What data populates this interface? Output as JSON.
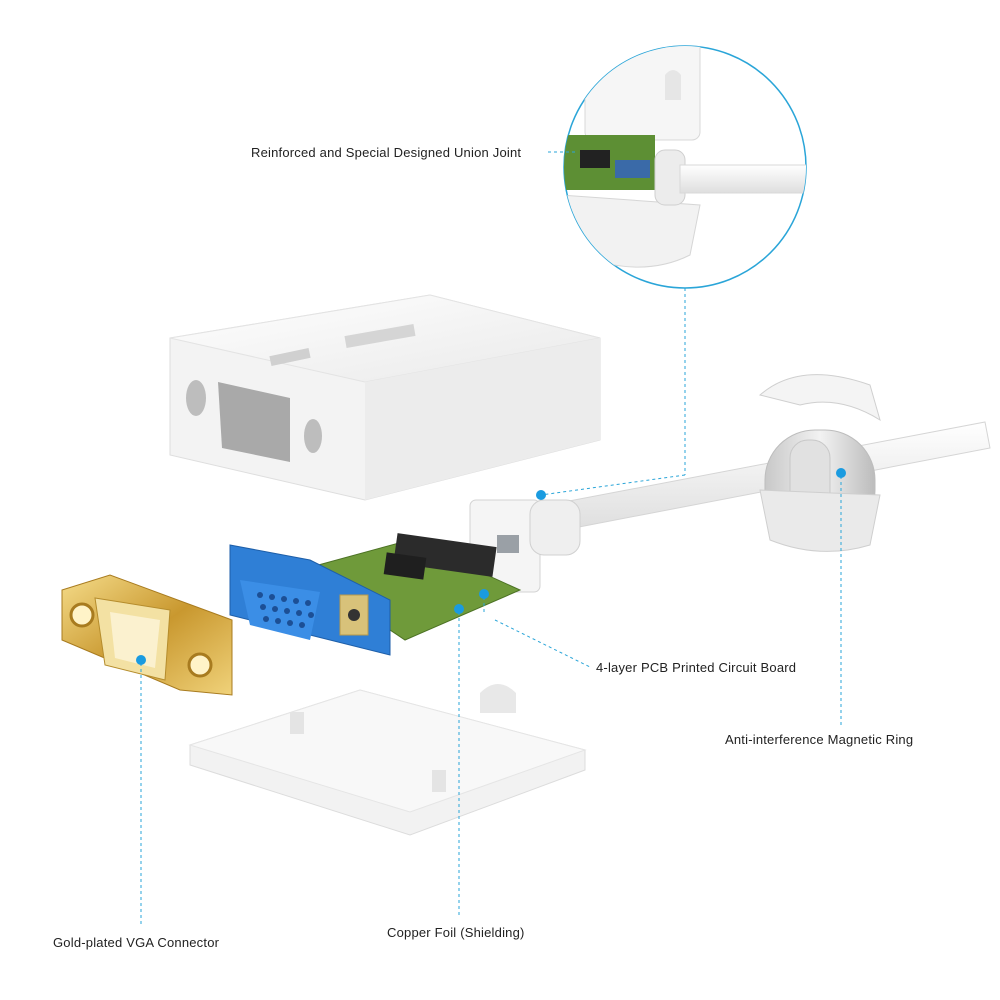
{
  "labels": {
    "union_joint": "Reinforced and Special Designed Union Joint",
    "pcb": "4-layer PCB Printed Circuit Board",
    "magnetic_ring": "Anti-interference Magnetic Ring",
    "vga_connector": "Gold-plated VGA Connector",
    "copper_foil": "Copper Foil (Shielding)"
  },
  "colors": {
    "callout_line": "#2aa5d8",
    "callout_dot": "#1a9be0",
    "case": "#f4f4f4",
    "gold": "#d9b24a",
    "vga_blue": "#2f7fd6",
    "pcb_green": "#6f9a3a"
  }
}
